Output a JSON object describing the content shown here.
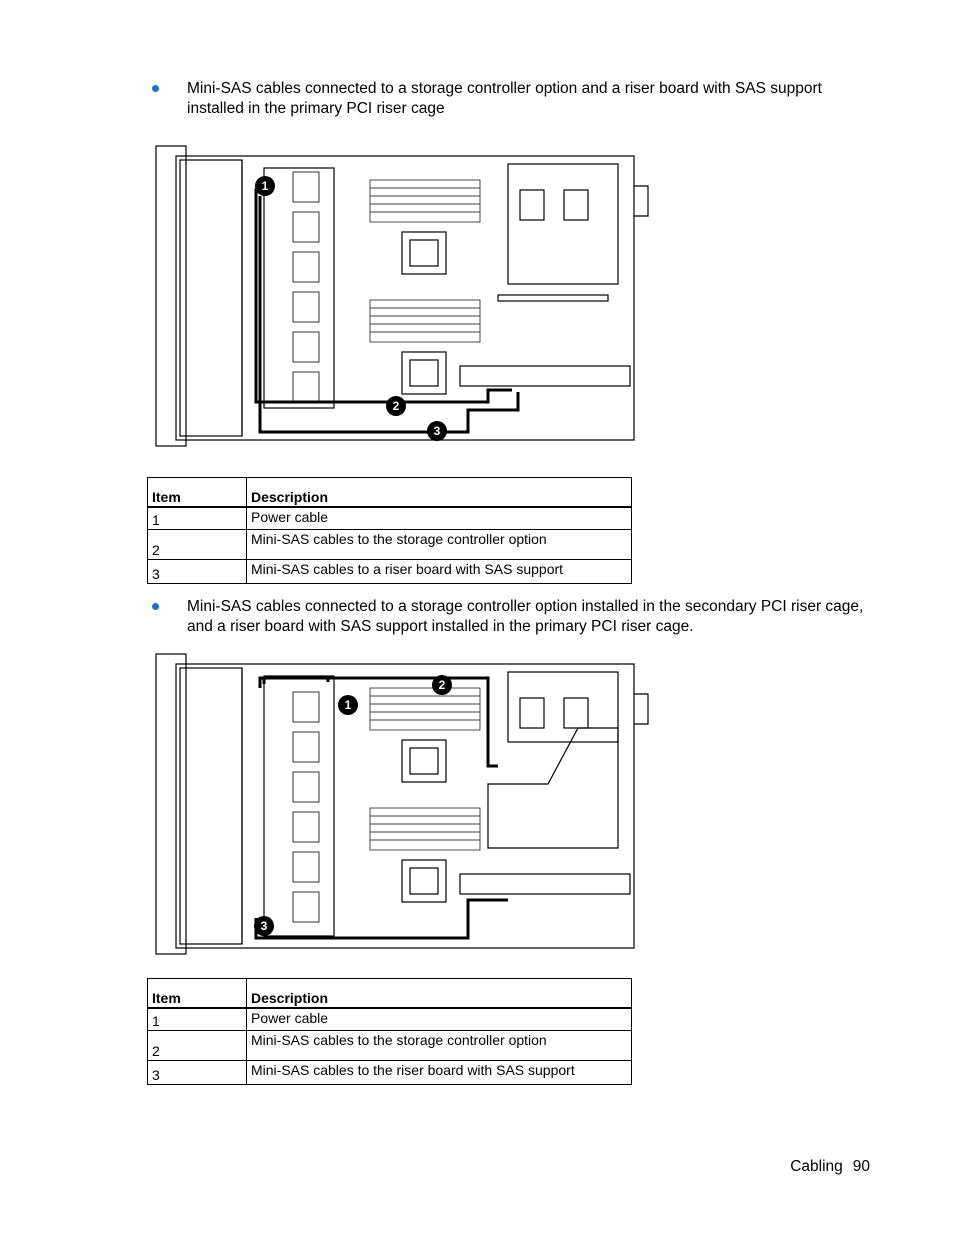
{
  "bullets": [
    {
      "text": "Mini-SAS cables connected to a storage controller option and a riser board with SAS support installed in the primary PCI riser cage"
    },
    {
      "text": "Mini-SAS cables connected to a storage controller option installed in the secondary PCI riser cage, and a riser board with SAS support installed in the primary PCI riser cage."
    }
  ],
  "tables": [
    {
      "headers": [
        "Item",
        "Description"
      ],
      "rows": [
        [
          "1",
          "Power cable"
        ],
        [
          "2",
          "Mini-SAS cables to the storage controller option"
        ],
        [
          "3",
          "Mini-SAS cables to a riser board with SAS support"
        ]
      ]
    },
    {
      "headers": [
        "Item",
        "Description"
      ],
      "rows": [
        [
          "1",
          "Power cable"
        ],
        [
          "2",
          "Mini-SAS cables to the storage controller option"
        ],
        [
          "3",
          "Mini-SAS cables to the riser board with SAS support"
        ]
      ]
    }
  ],
  "figures": [
    {
      "callouts": [
        "1",
        "2",
        "3"
      ]
    },
    {
      "callouts": [
        "1",
        "2",
        "3"
      ]
    }
  ],
  "footer": {
    "section": "Cabling",
    "page": "90"
  },
  "colors": {
    "bullet": "#1a73c8",
    "callout": "#000000"
  }
}
